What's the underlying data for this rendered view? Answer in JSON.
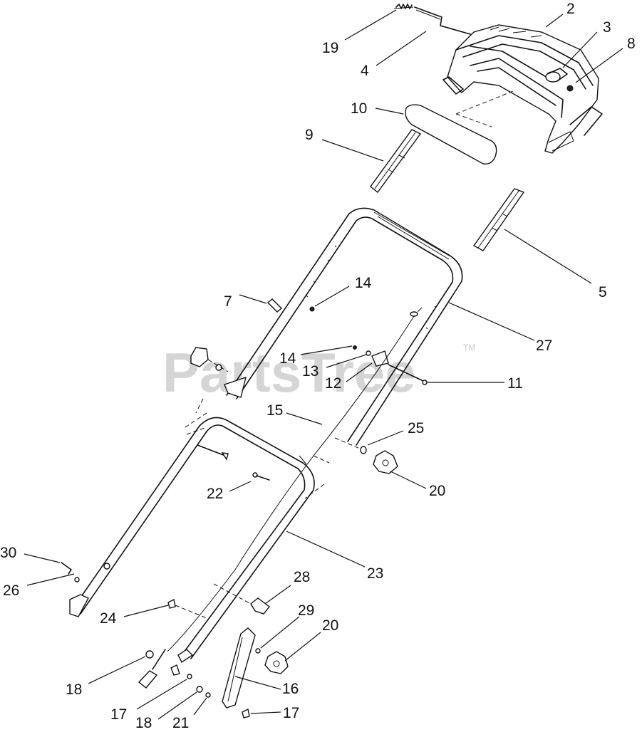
{
  "watermark": {
    "text": "PartsTree",
    "trademark": "TM"
  },
  "callouts": [
    {
      "id": "c2",
      "label": "2"
    },
    {
      "id": "c3",
      "label": "3"
    },
    {
      "id": "c8",
      "label": "8"
    },
    {
      "id": "c19",
      "label": "19"
    },
    {
      "id": "c4",
      "label": "4"
    },
    {
      "id": "c10",
      "label": "10"
    },
    {
      "id": "c9",
      "label": "9"
    },
    {
      "id": "c5",
      "label": "5"
    },
    {
      "id": "c7",
      "label": "7"
    },
    {
      "id": "c14a",
      "label": "14"
    },
    {
      "id": "c27",
      "label": "27"
    },
    {
      "id": "c14b",
      "label": "14"
    },
    {
      "id": "c13",
      "label": "13"
    },
    {
      "id": "c12",
      "label": "12"
    },
    {
      "id": "c11",
      "label": "11"
    },
    {
      "id": "c15",
      "label": "15"
    },
    {
      "id": "c25",
      "label": "25"
    },
    {
      "id": "c20a",
      "label": "20"
    },
    {
      "id": "c22",
      "label": "22"
    },
    {
      "id": "c30",
      "label": "30"
    },
    {
      "id": "c26",
      "label": "26"
    },
    {
      "id": "c23",
      "label": "23"
    },
    {
      "id": "c28",
      "label": "28"
    },
    {
      "id": "c24",
      "label": "24"
    },
    {
      "id": "c29",
      "label": "29"
    },
    {
      "id": "c20b",
      "label": "20"
    },
    {
      "id": "c18a",
      "label": "18"
    },
    {
      "id": "c16",
      "label": "16"
    },
    {
      "id": "c17a",
      "label": "17"
    },
    {
      "id": "c18b",
      "label": "18"
    },
    {
      "id": "c21",
      "label": "21"
    },
    {
      "id": "c17b",
      "label": "17"
    }
  ]
}
